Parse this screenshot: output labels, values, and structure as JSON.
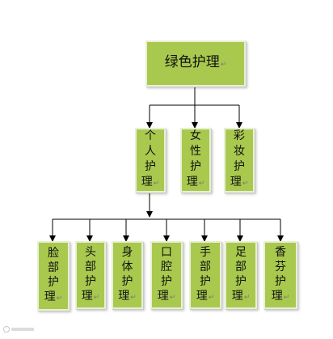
{
  "root": {
    "label": "绿色护理"
  },
  "level2": [
    {
      "label": "个\n人\n护\n理"
    },
    {
      "label": "女\n性\n护\n理"
    },
    {
      "label": "彩\n妆\n护\n理"
    }
  ],
  "level3": [
    {
      "label": "脸\n部\n护\n理"
    },
    {
      "label": "头\n部\n护\n理"
    },
    {
      "label": "身\n体\n护\n理"
    },
    {
      "label": "口\n腔\n护\n理"
    },
    {
      "label": "手\n部\n护\n理"
    },
    {
      "label": "足\n部\n护\n理"
    },
    {
      "label": "香\n芬\n护\n理"
    }
  ],
  "para_mark": "↵",
  "colors": {
    "box_fill": "#a9c94e",
    "box_border": "#e8f0d4",
    "line": "#000000"
  }
}
